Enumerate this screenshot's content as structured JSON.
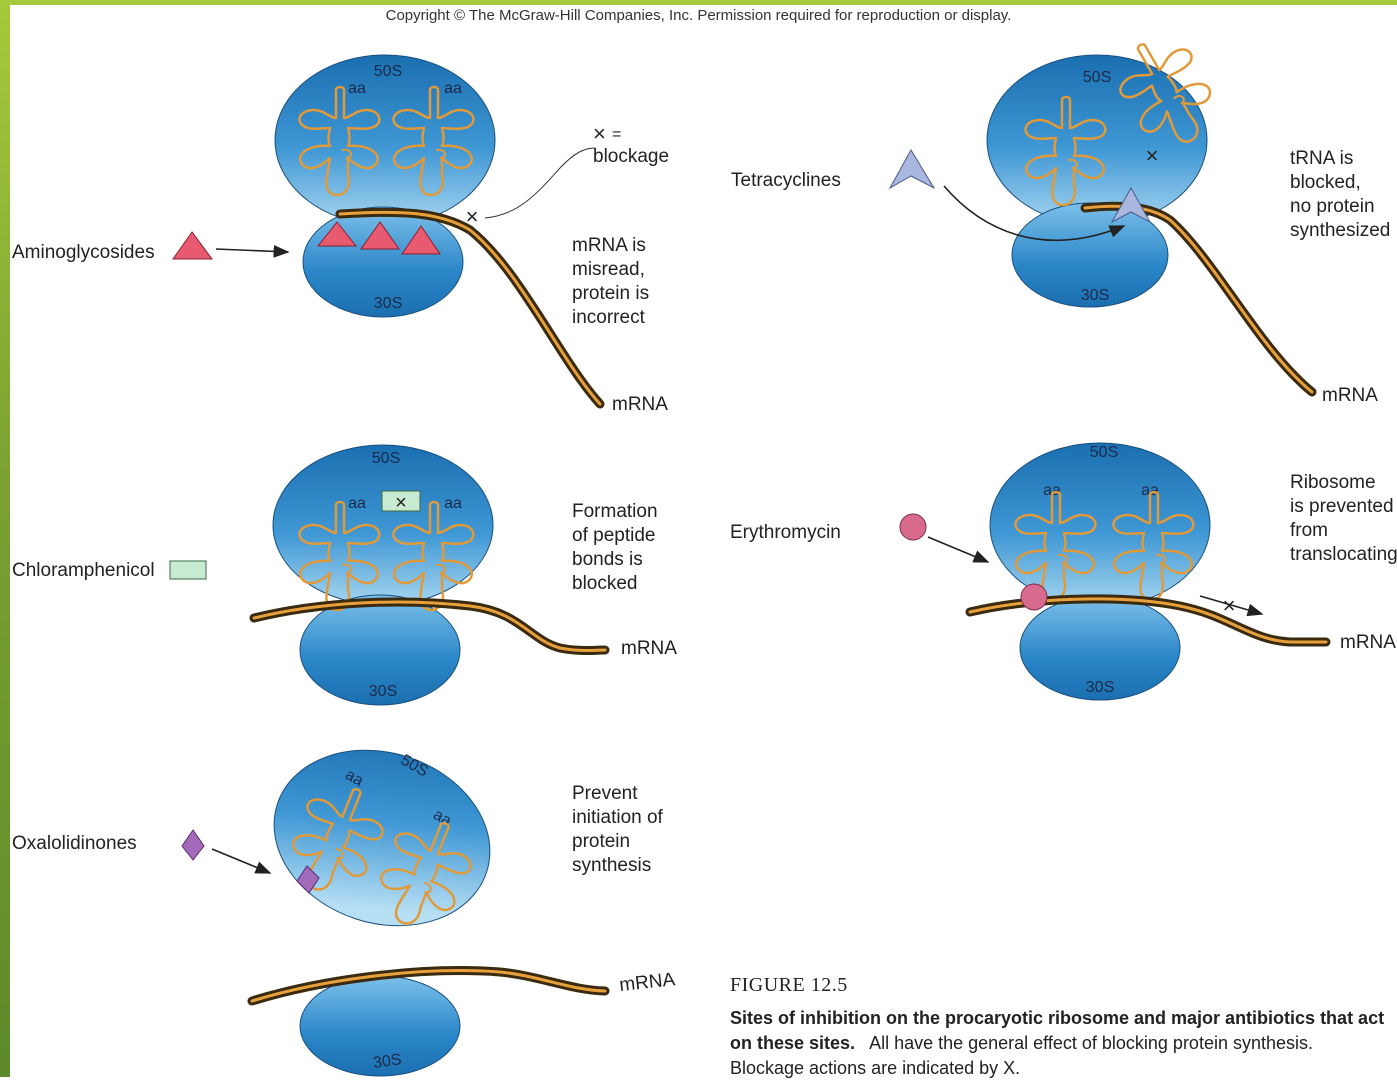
{
  "copyright": "Copyright © The McGraw-Hill Companies, Inc. Permission required for reproduction or display.",
  "labels": {
    "large_subunit": "50S",
    "small_subunit": "30S",
    "amino_acid": "aa",
    "mrna": "mRNA"
  },
  "legend_blockage": {
    "symbol": "×",
    "equals": "=",
    "text": "blockage"
  },
  "panels": {
    "aminoglycosides": {
      "drug": "Aminoglycosides",
      "effect": "mRNA is\nmisread,\nprotein is\nincorrect"
    },
    "tetracyclines": {
      "drug": "Tetracyclines",
      "effect": "tRNA is\nblocked,\nno protein\nsynthesized"
    },
    "chloramphenicol": {
      "drug": "Chloramphenicol",
      "effect": "Formation\nof peptide\nbonds is\nblocked"
    },
    "erythromycin": {
      "drug": "Erythromycin",
      "effect": "Ribosome\nis prevented\nfrom\ntranslocating"
    },
    "oxalolidinones": {
      "drug": "Oxalolidinones",
      "effect": "Prevent\ninitiation of\nprotein\nsynthesis"
    }
  },
  "figure": {
    "number": "FIGURE 12.5",
    "caption_bold": "Sites of inhibition on the procaryotic ribosome and major antibiotics that act on these sites.",
    "caption_text": "All have the general effect of blocking protein synthesis. Blockage actions are indicated by X."
  },
  "colors": {
    "ribosome_dark": "#1a6fb0",
    "ribosome_light": "#9fd0ee",
    "trna": "#e09a3a",
    "mrna_outer": "#3a2a10",
    "mrna_inner": "#e8a13a",
    "aminoglycoside": "#e85a70",
    "tetracycline": "#aab8e0",
    "chloramphenicol": "#c8ead0",
    "erythromycin": "#d86a8e",
    "oxalolidinone": "#a26ab8"
  }
}
